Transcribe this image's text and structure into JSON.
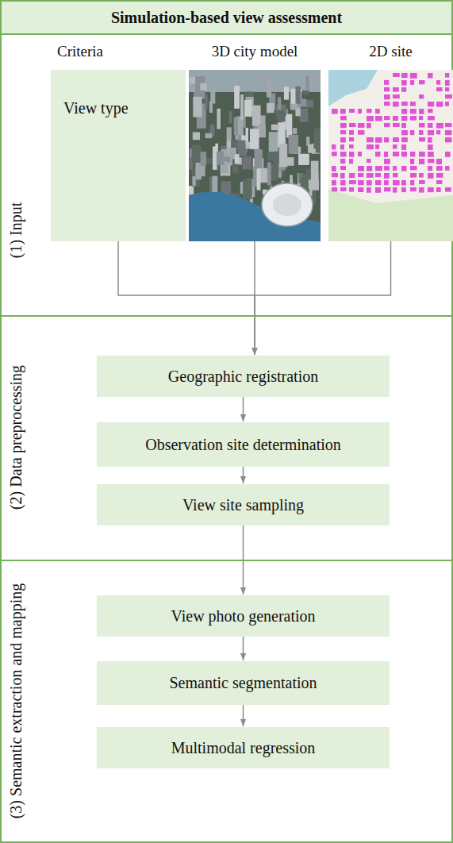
{
  "diagram": {
    "title": "Simulation-based view assessment",
    "nodes": [
      {
        "text": [
          "(1) Input"
        ]
      },
      {
        "text": [
          "Criteria",
          "View type"
        ],
        "in": 0
      },
      {
        "text": [
          "3D city model"
        ],
        "in": 0
      },
      {
        "text": [
          "2D site"
        ],
        "in": 0
      },
      {
        "text": [
          "(2) Data preprocessing"
        ]
      },
      {
        "text": [
          "Geographic registration"
        ],
        "in": 4
      },
      {
        "text": [
          "Observation site determination"
        ],
        "in": 4
      },
      {
        "text": [
          "View site sampling"
        ],
        "in": 4
      },
      {
        "text": [
          "(3) Semantic extraction and mapping"
        ]
      },
      {
        "text": [
          "View photo generation"
        ],
        "in": 8
      },
      {
        "text": [
          "Semantic segmentation"
        ],
        "in": 8
      },
      {
        "text": [
          "Multimodal regression"
        ],
        "in": 8
      }
    ],
    "edges": [
      {
        "from": 1,
        "to": 5,
        "arrow": "to"
      },
      {
        "from": 2,
        "to": 5,
        "arrow": "to"
      },
      {
        "from": 3,
        "to": 5,
        "arrow": "to"
      },
      {
        "from": 5,
        "to": 6,
        "arrow": "to"
      },
      {
        "from": 6,
        "to": 7,
        "arrow": "to"
      },
      {
        "from": 7,
        "to": 9,
        "arrow": "to"
      },
      {
        "from": 9,
        "to": 10,
        "arrow": "to"
      },
      {
        "from": 10,
        "to": 11,
        "arrow": "to"
      }
    ]
  }
}
